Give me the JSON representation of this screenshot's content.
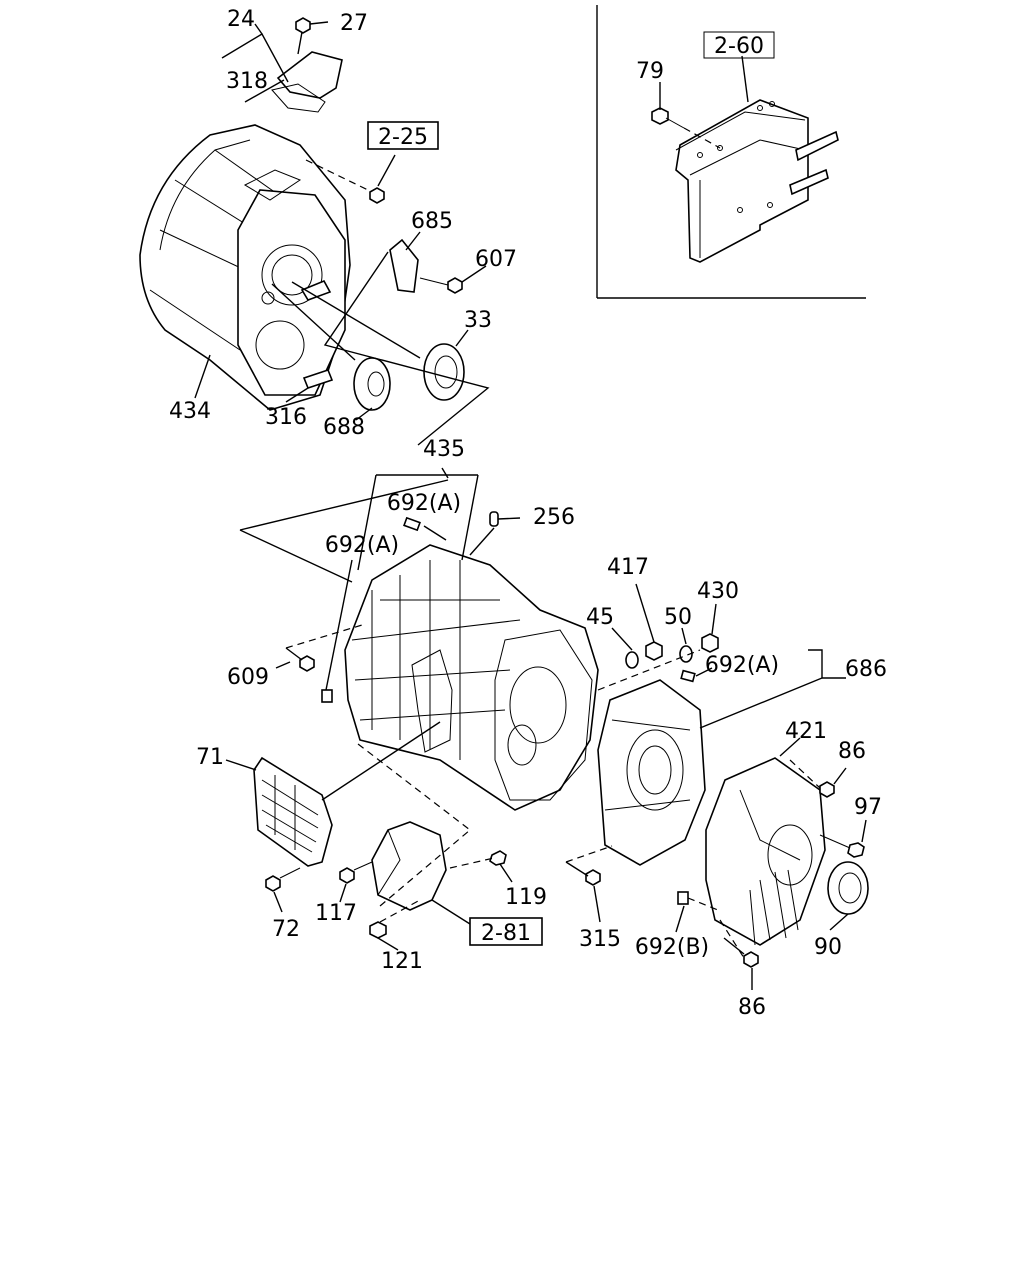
{
  "references": {
    "ref_225": "2-25",
    "ref_260": "2-60",
    "ref_281": "2-81"
  },
  "labels": {
    "p24": "24",
    "p27": "27",
    "p318": "318",
    "p685": "685",
    "p607": "607",
    "p33": "33",
    "p434": "434",
    "p316": "316",
    "p688": "688",
    "p79": "79",
    "p435": "435",
    "p692a_1": "692(A)",
    "p692a_2": "692(A)",
    "p256": "256",
    "p417": "417",
    "p430": "430",
    "p45": "45",
    "p50": "50",
    "p692a_3": "692(A)",
    "p686": "686",
    "p609": "609",
    "p421": "421",
    "p86_top": "86",
    "p71": "71",
    "p97": "97",
    "p119": "119",
    "p117": "117",
    "p72": "72",
    "p315": "315",
    "p692b": "692(B)",
    "p90": "90",
    "p121": "121",
    "p86_bottom": "86"
  }
}
